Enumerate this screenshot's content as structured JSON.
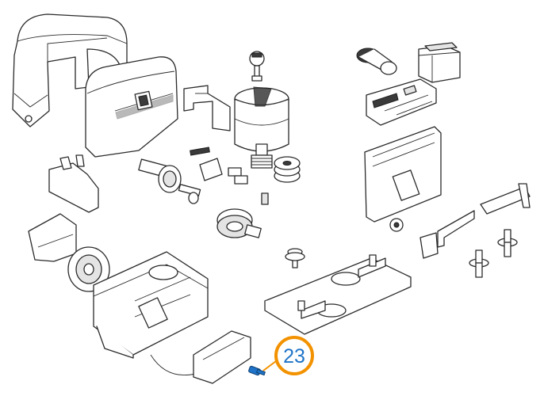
{
  "callout": {
    "label": "23",
    "ring_color": "#f39200",
    "text_color": "#1e73c8"
  },
  "highlight_color": "#1e73c8",
  "parts": [
    {
      "id": "cover-housing"
    },
    {
      "id": "front-cover-with-badge"
    },
    {
      "id": "release-key"
    },
    {
      "id": "motor"
    },
    {
      "id": "capacitor"
    },
    {
      "id": "transformer"
    },
    {
      "id": "control-board"
    },
    {
      "id": "mounting-plate"
    },
    {
      "id": "gear-shaft"
    },
    {
      "id": "gear-wheel"
    },
    {
      "id": "pinion-gear"
    },
    {
      "id": "gearbox-base"
    },
    {
      "id": "foundation-plate"
    },
    {
      "id": "limit-switch-brackets"
    },
    {
      "id": "highlighted-screw"
    }
  ]
}
